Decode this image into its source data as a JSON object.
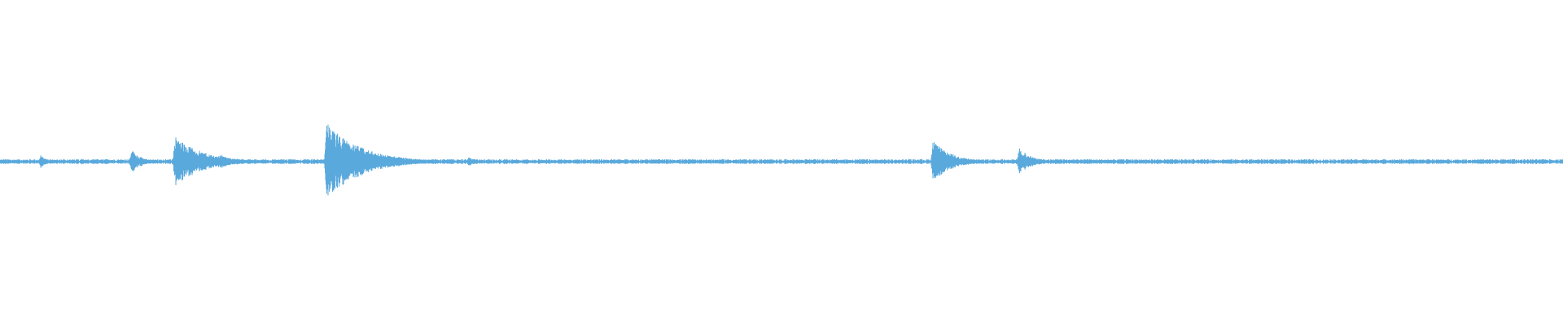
{
  "waveform": {
    "color": "#5aa9dc",
    "background": "#ffffff",
    "baseline_amplitude": 0.015,
    "bursts": [
      {
        "position": 0.026,
        "peak": 0.04,
        "decay": 0.004
      },
      {
        "position": 0.052,
        "peak": 0.02,
        "decay": 0.003
      },
      {
        "position": 0.084,
        "peak": 0.08,
        "decay": 0.006
      },
      {
        "position": 0.112,
        "peak": 0.16,
        "decay": 0.018
      },
      {
        "position": 0.141,
        "peak": 0.05,
        "decay": 0.006
      },
      {
        "position": 0.209,
        "peak": 0.24,
        "decay": 0.022
      },
      {
        "position": 0.3,
        "peak": 0.03,
        "decay": 0.004
      },
      {
        "position": 0.597,
        "peak": 0.13,
        "decay": 0.012
      },
      {
        "position": 0.652,
        "peak": 0.09,
        "decay": 0.008
      }
    ]
  }
}
